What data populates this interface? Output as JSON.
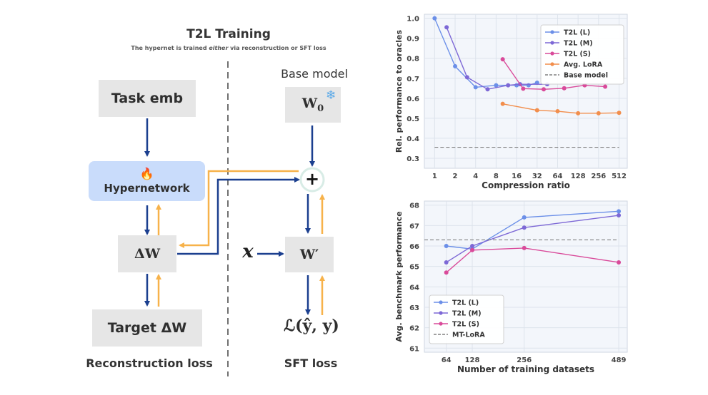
{
  "diagram": {
    "title": "T2L Training",
    "subtitle_before": "The hypernet is trained ",
    "subtitle_em": "either",
    "subtitle_after": " via reconstruction or SFT loss",
    "base_model_label": "Base model",
    "task_emb": "Task emb",
    "hypernetwork": "Hypernetwork",
    "fire_icon": "🔥",
    "delta_w": "ΔW",
    "target_delta_w": "Target ΔW",
    "w0_main": "W",
    "w0_sub": "0",
    "snowflake_icon": "❄",
    "plus_symbol": "+",
    "w_prime": "W′",
    "x_input": "x",
    "loss_label": "ℒ(ŷ, y)",
    "reconstruction_loss": "Reconstruction loss",
    "sft_loss": "SFT loss",
    "colors": {
      "forward_arrow": "#1b3f8f",
      "backward_arrow": "#f7b24a",
      "box_gray": "#e6e6e6",
      "hypernet_blue": "#c9dcfb",
      "plus_ring": "#d8ece6"
    }
  },
  "chart_data": [
    {
      "type": "line",
      "xlabel": "Compression ratio",
      "ylabel": "Rel. performance to oracles",
      "x_scale": "log2",
      "xticks": [
        1,
        2,
        4,
        8,
        16,
        32,
        64,
        128,
        256,
        512
      ],
      "xtick_labels": [
        "1",
        "2",
        "4",
        "8",
        "16",
        "32",
        "64",
        "128",
        "256",
        "512"
      ],
      "ylim": [
        0.25,
        1.02
      ],
      "yticks": [
        0.3,
        0.4,
        0.5,
        0.6,
        0.7,
        0.8,
        0.9,
        1.0
      ],
      "ytick_labels": [
        "0.3",
        "0.4",
        "0.5",
        "0.6",
        "0.7",
        "0.8",
        "0.9",
        "1.0"
      ],
      "grid": true,
      "legend_position": "top-right",
      "series": [
        {
          "name": "T2L (L)",
          "color": "#6b8fe8",
          "x": [
            1,
            2,
            4,
            8,
            16,
            24,
            32
          ],
          "y": [
            1.0,
            0.76,
            0.655,
            0.665,
            0.665,
            0.665,
            0.678
          ]
        },
        {
          "name": "T2L (M)",
          "color": "#7d68d6",
          "x": [
            1.5,
            3,
            6,
            12,
            18,
            45
          ],
          "y": [
            0.955,
            0.705,
            0.645,
            0.665,
            0.67,
            0.67
          ]
        },
        {
          "name": "T2L (S)",
          "color": "#d94a9a",
          "x": [
            10,
            20,
            40,
            80,
            160,
            320
          ],
          "y": [
            0.795,
            0.648,
            0.645,
            0.65,
            0.665,
            0.658
          ]
        },
        {
          "name": "Avg. LoRA",
          "color": "#f28e4c",
          "x": [
            10,
            32,
            64,
            128,
            256,
            512
          ],
          "y": [
            0.572,
            0.54,
            0.535,
            0.525,
            0.525,
            0.527
          ]
        },
        {
          "name": "Base model",
          "color": "#808080",
          "dashed": true,
          "x": [
            1,
            512
          ],
          "y": [
            0.355,
            0.355
          ]
        }
      ]
    },
    {
      "type": "line",
      "xlabel": "Number of training datasets",
      "ylabel": "Avg. benchmark performance",
      "xlim": [
        10,
        510
      ],
      "xticks": [
        64,
        128,
        256,
        489
      ],
      "xtick_labels": [
        "64",
        "128",
        "256",
        "489"
      ],
      "ylim": [
        60.8,
        68.2
      ],
      "yticks": [
        61,
        62,
        63,
        64,
        65,
        66,
        67,
        68
      ],
      "ytick_labels": [
        "61",
        "62",
        "63",
        "64",
        "65",
        "66",
        "67",
        "68"
      ],
      "grid": true,
      "legend_position": "bottom-left",
      "series": [
        {
          "name": "T2L (L)",
          "color": "#6b8fe8",
          "x": [
            64,
            128,
            256,
            489
          ],
          "y": [
            66.0,
            65.85,
            67.4,
            67.7
          ]
        },
        {
          "name": "T2L (M)",
          "color": "#7d68d6",
          "x": [
            64,
            128,
            256,
            489
          ],
          "y": [
            65.2,
            66.0,
            66.9,
            67.5
          ]
        },
        {
          "name": "T2L (S)",
          "color": "#d94a9a",
          "x": [
            64,
            128,
            256,
            489
          ],
          "y": [
            64.7,
            65.8,
            65.9,
            65.2
          ]
        },
        {
          "name": "MT-LoRA",
          "color": "#808080",
          "dashed": true,
          "x": [
            10,
            489
          ],
          "y": [
            66.3,
            66.3
          ]
        }
      ]
    }
  ]
}
